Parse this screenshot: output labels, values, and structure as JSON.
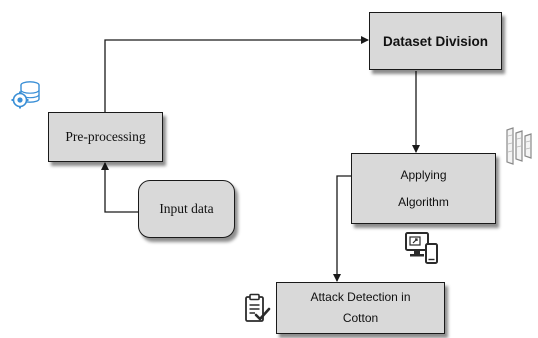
{
  "nodes": {
    "preprocessing": "Pre-processing",
    "input_data": "Input data",
    "dataset_division": "Dataset Division",
    "applying_algorithm": {
      "line1": "Applying",
      "line2": "Algorithm"
    },
    "attack_detection": {
      "line1": "Attack Detection in",
      "line2": "Cotton"
    }
  },
  "icons": {
    "preprocessing": "database-gear-icon",
    "algorithm": "layers-icon",
    "algorithm_device": "computer-tablet-icon",
    "attack_detection": "clipboard-check-icon"
  },
  "colors": {
    "box_fill": "#d9d9d9",
    "border": "#1a1a1a",
    "accent_icon": "#3a8fd6"
  }
}
